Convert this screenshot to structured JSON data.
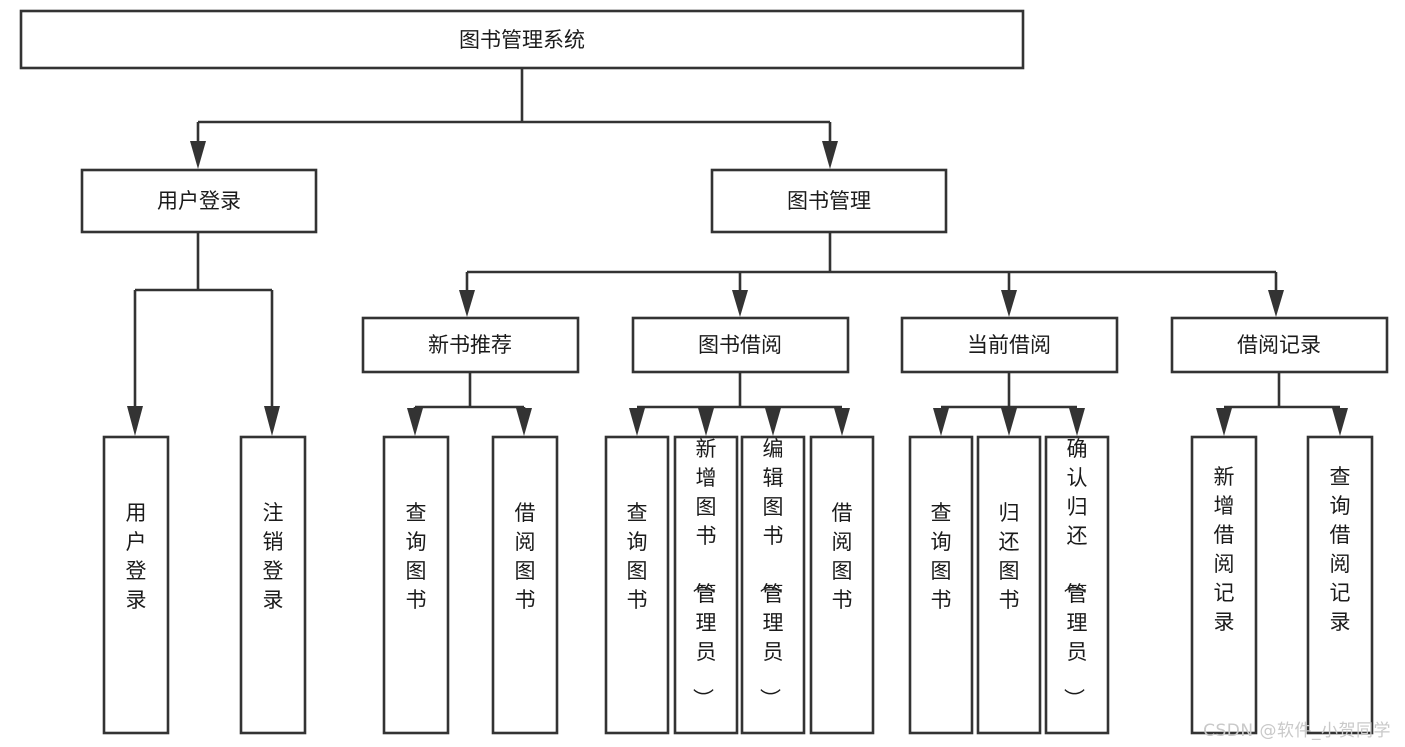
{
  "diagram": {
    "type": "tree",
    "title": "图书管理系统",
    "watermark": "CSDN @软件_小贺同学",
    "colors": {
      "stroke": "#333333",
      "fill": "#ffffff",
      "text": "#1b1b1b",
      "watermark": "#c9c9c9"
    },
    "levels": {
      "root": "图书管理系统",
      "level2": [
        "用户登录",
        "图书管理"
      ],
      "level3": [
        "新书推荐",
        "图书借阅",
        "当前借阅",
        "借阅记录"
      ]
    },
    "nodes": {
      "root": {
        "label": "图书管理系统",
        "orientation": "horizontal"
      },
      "user_login": {
        "label": "用户登录",
        "orientation": "horizontal"
      },
      "book_manage": {
        "label": "图书管理",
        "orientation": "horizontal"
      },
      "new_book_rec": {
        "label": "新书推荐",
        "orientation": "horizontal"
      },
      "book_borrow": {
        "label": "图书借阅",
        "orientation": "horizontal"
      },
      "current_borrow": {
        "label": "当前借阅",
        "orientation": "horizontal"
      },
      "borrow_record": {
        "label": "借阅记录",
        "orientation": "horizontal"
      },
      "leaf_1": {
        "label": "用户登录",
        "orientation": "vertical"
      },
      "leaf_2": {
        "label": "注销登录",
        "orientation": "vertical"
      },
      "leaf_3": {
        "label": "查询图书",
        "orientation": "vertical"
      },
      "leaf_4": {
        "label": "借阅图书",
        "orientation": "vertical"
      },
      "leaf_5": {
        "label": "查询图书",
        "orientation": "vertical"
      },
      "leaf_6": {
        "label": "新增图书（管理员）",
        "orientation": "vertical"
      },
      "leaf_7": {
        "label": "编辑图书（管理员）",
        "orientation": "vertical"
      },
      "leaf_8": {
        "label": "借阅图书",
        "orientation": "vertical"
      },
      "leaf_9": {
        "label": "查询图书",
        "orientation": "vertical"
      },
      "leaf_10": {
        "label": "归还图书",
        "orientation": "vertical"
      },
      "leaf_11": {
        "label": "确认归还（管理员）",
        "orientation": "vertical"
      },
      "leaf_12": {
        "label": "新增借阅记录",
        "orientation": "vertical"
      },
      "leaf_13": {
        "label": "查询借阅记录",
        "orientation": "vertical"
      }
    },
    "groups": [
      {
        "parent": "用户登录",
        "children": [
          "用户登录",
          "注销登录"
        ]
      },
      {
        "parent": "新书推荐",
        "children": [
          "查询图书",
          "借阅图书"
        ]
      },
      {
        "parent": "图书借阅",
        "children": [
          "查询图书",
          "新增图书（管理员）",
          "编辑图书（管理员）",
          "借阅图书"
        ]
      },
      {
        "parent": "当前借阅",
        "children": [
          "查询图书",
          "归还图书",
          "确认归还（管理员）"
        ]
      },
      {
        "parent": "借阅记录",
        "children": [
          "新增借阅记录",
          "查询借阅记录"
        ]
      }
    ]
  }
}
